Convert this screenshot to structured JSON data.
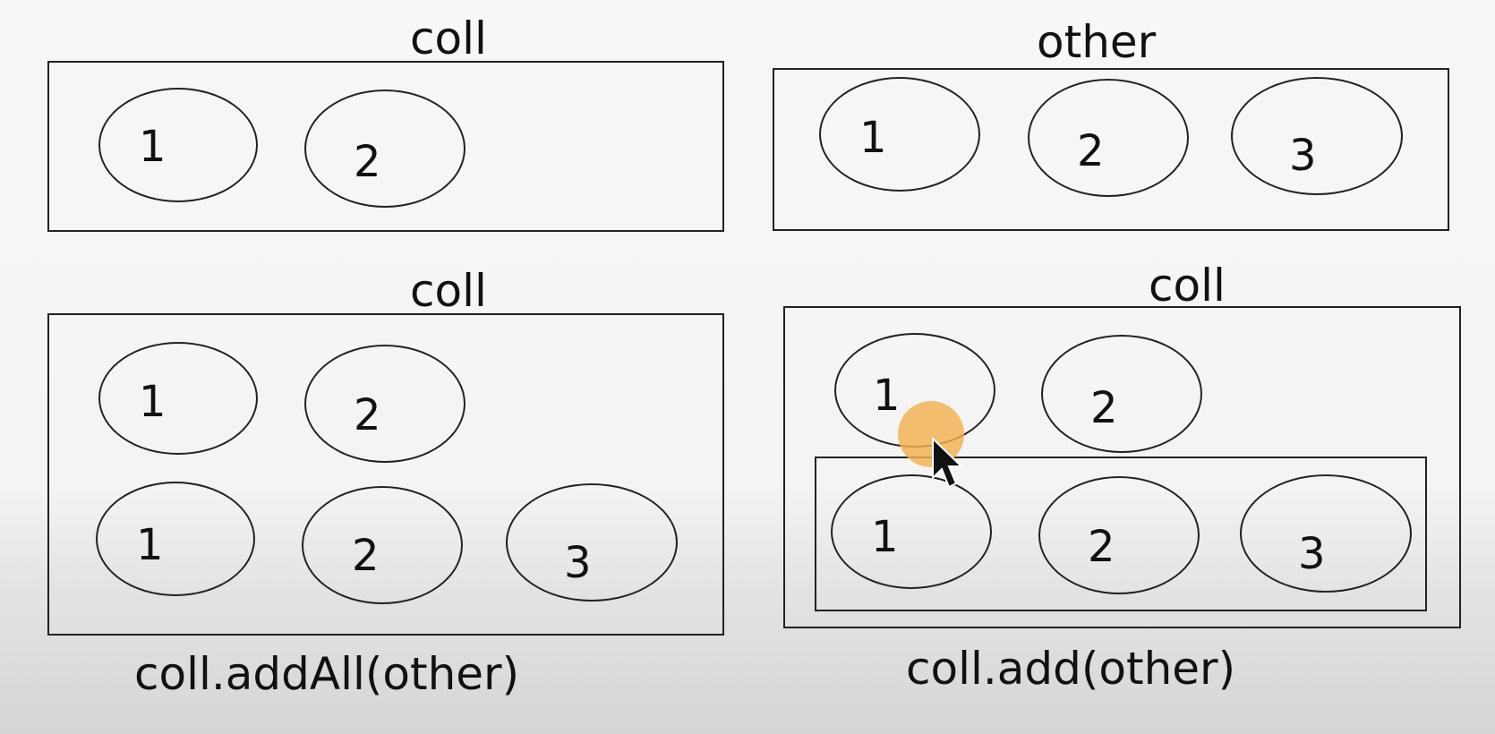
{
  "panels": {
    "top_left": {
      "title": "coll",
      "items": [
        "1",
        "2"
      ]
    },
    "top_right": {
      "title": "other",
      "items": [
        "1",
        "2",
        "3"
      ]
    },
    "bottom_left": {
      "title": "coll",
      "row1": [
        "1",
        "2"
      ],
      "row2": [
        "1",
        "2",
        "3"
      ],
      "caption": "coll.addAll(other)"
    },
    "bottom_right": {
      "title": "coll",
      "row1": [
        "1",
        "2"
      ],
      "nested": [
        "1",
        "2",
        "3"
      ],
      "caption": "coll.add(other)"
    }
  },
  "colors": {
    "stroke": "#222222",
    "cursor_highlight": "#f2b250"
  }
}
